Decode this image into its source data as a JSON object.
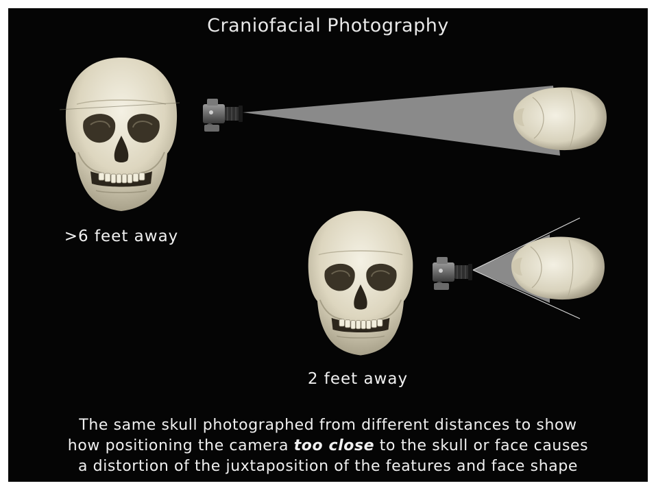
{
  "title": "Craniofacial Photography",
  "labels": {
    "far": ">6 feet away",
    "near": "2 feet away"
  },
  "caption": {
    "line1": "The same skull photographed from different distances to show",
    "line2_before": "how positioning the camera ",
    "line2_emphasis": "too close",
    "line2_after": " to the skull or face causes",
    "line3": "a distortion of the juxtaposition of the features and face shape"
  },
  "colors": {
    "background": "#050505",
    "text": "#f0f0f0",
    "skull": "#e6e1cf",
    "view_cone": "#8a8a8a"
  },
  "icons": [
    "skull-frontal",
    "camera",
    "skull-top-view"
  ]
}
